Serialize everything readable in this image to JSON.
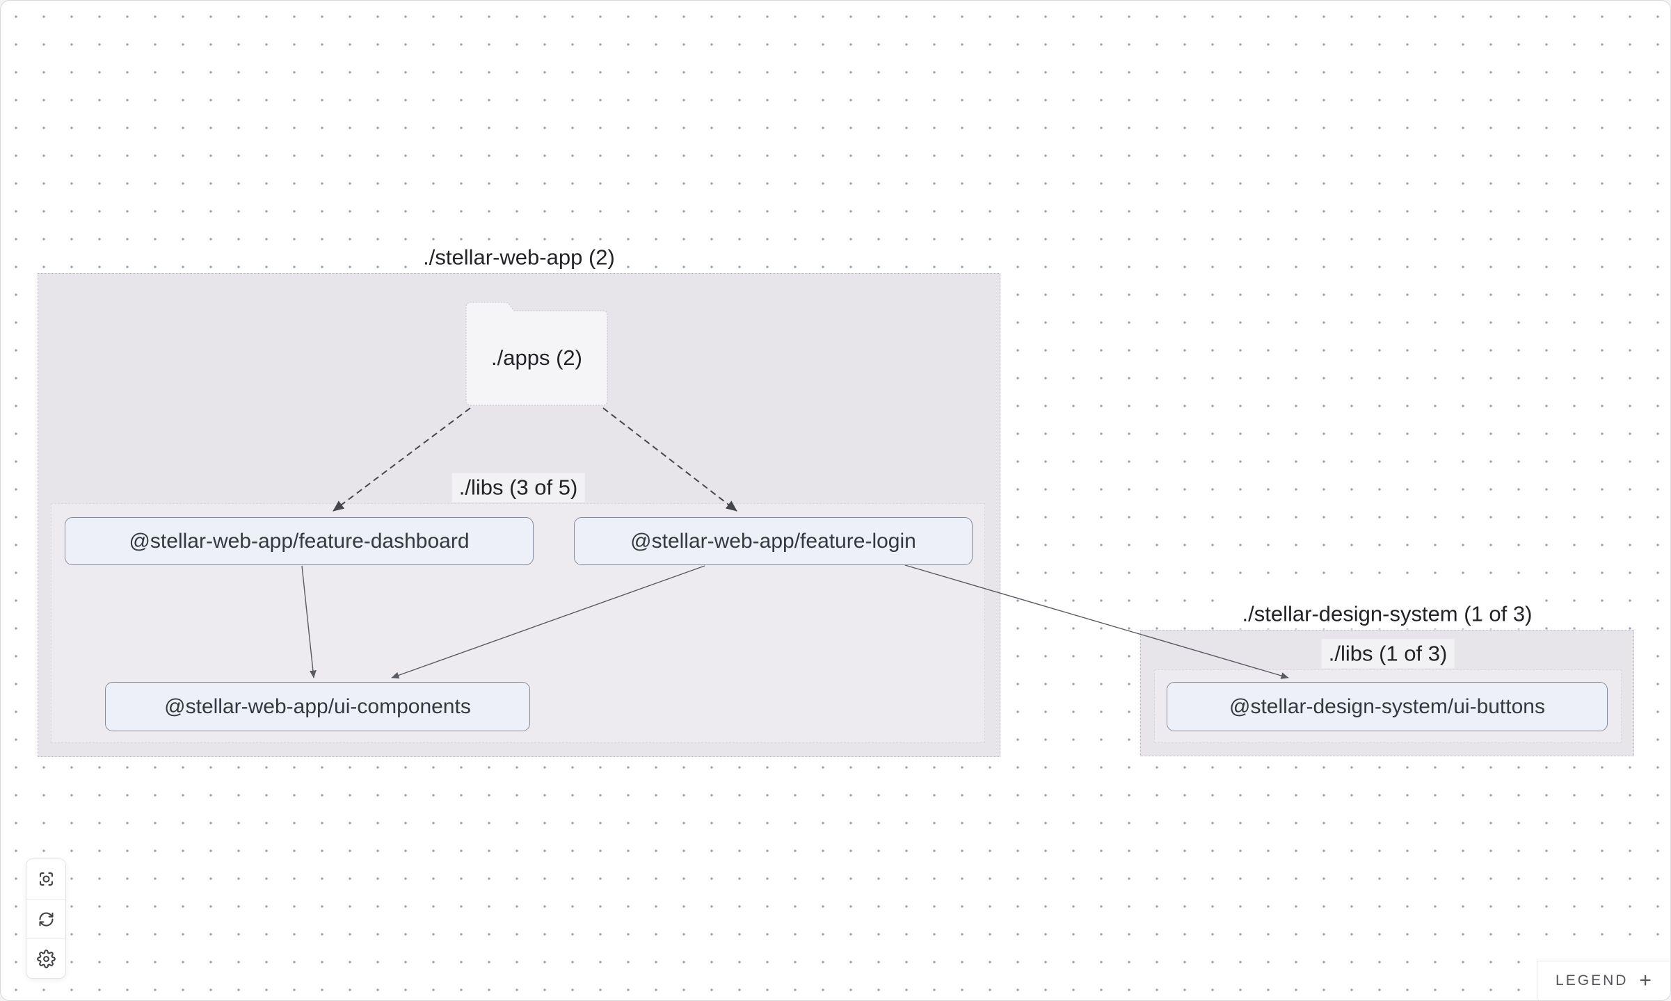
{
  "groups": {
    "web_app": {
      "label": "./stellar-web-app (2)"
    },
    "web_app_libs": {
      "label": "./libs (3 of 5)"
    },
    "design_system": {
      "label": "./stellar-design-system (1 of 3)"
    },
    "design_system_libs": {
      "label": "./libs (1 of 3)"
    }
  },
  "folder": {
    "label": "./apps (2)"
  },
  "nodes": {
    "feature_dashboard": {
      "label": "@stellar-web-app/feature-dashboard"
    },
    "feature_login": {
      "label": "@stellar-web-app/feature-login"
    },
    "ui_components": {
      "label": "@stellar-web-app/ui-components"
    },
    "ui_buttons": {
      "label": "@stellar-design-system/ui-buttons"
    }
  },
  "edges": [
    {
      "source": "./apps",
      "target": "@stellar-web-app/feature-dashboard",
      "style": "dashed"
    },
    {
      "source": "./apps",
      "target": "@stellar-web-app/feature-login",
      "style": "dashed"
    },
    {
      "source": "@stellar-web-app/feature-dashboard",
      "target": "@stellar-web-app/ui-components",
      "style": "solid"
    },
    {
      "source": "@stellar-web-app/feature-login",
      "target": "@stellar-web-app/ui-components",
      "style": "solid"
    },
    {
      "source": "@stellar-web-app/feature-login",
      "target": "@stellar-design-system/ui-buttons",
      "style": "solid"
    }
  ],
  "toolbar": {
    "buttons": [
      {
        "icon": "focus-icon"
      },
      {
        "icon": "refresh-icon"
      },
      {
        "icon": "settings-icon"
      }
    ]
  },
  "legend": {
    "label": "LEGEND",
    "expand_symbol": "+"
  },
  "colors": {
    "background": "#ffffff",
    "dot_grid": "#9aa2b3",
    "group_fill": "#e7e5ea",
    "node_fill": "#edf0f8",
    "node_border": "#858a9b",
    "edge_solid": "#5a5a62",
    "edge_dashed": "#46464d",
    "label_text": "#232327"
  }
}
